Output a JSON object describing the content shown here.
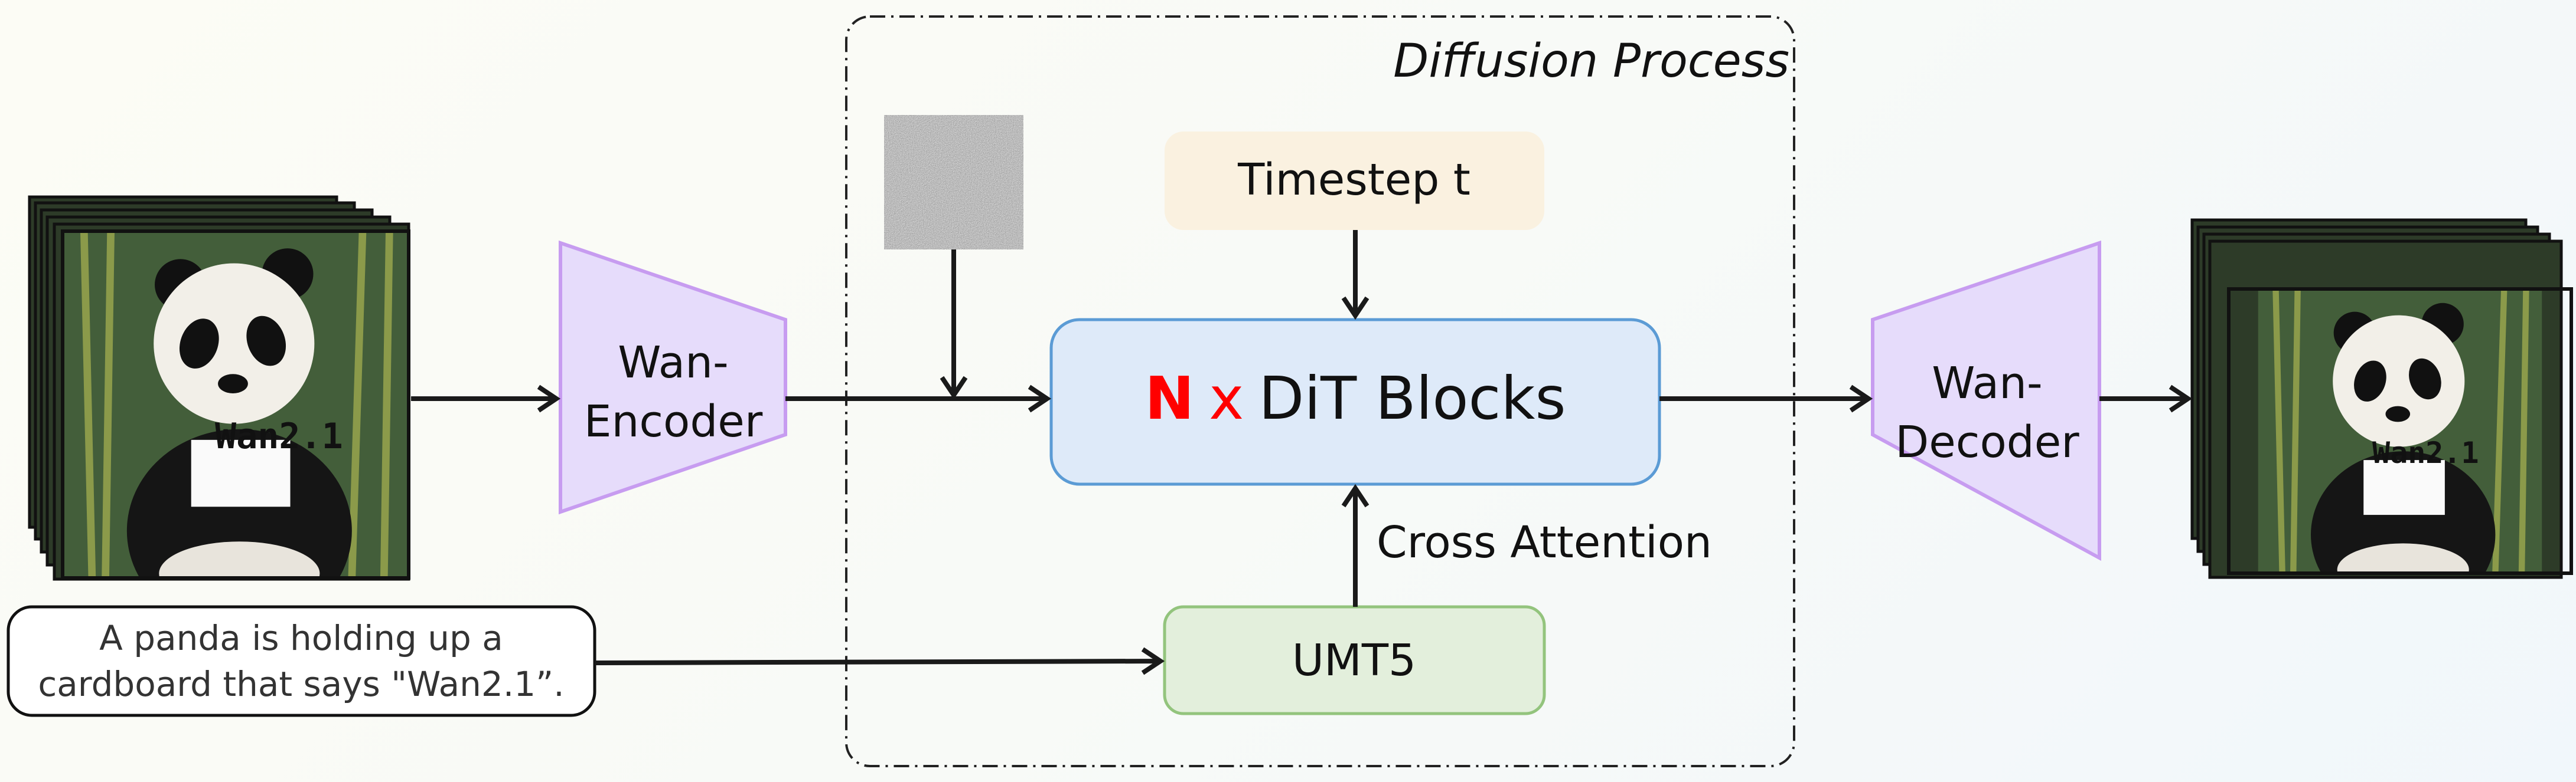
{
  "diagram": {
    "container_label": "Diffusion Process",
    "nodes": {
      "input_video": {
        "sign_text": "Wan2.1"
      },
      "encoder": {
        "line1": "Wan-",
        "line2": "Encoder"
      },
      "noise": {},
      "timestep": {
        "label": "Timestep t"
      },
      "dit": {
        "multiplier": "N",
        "times": "x",
        "label": "DiT Blocks"
      },
      "umt5": {
        "label": "UMT5"
      },
      "decoder": {
        "line1": "Wan-",
        "line2": "Decoder"
      },
      "output_video": {
        "sign_text": "Wan2.1"
      },
      "prompt": {
        "line1": "A panda is holding up a",
        "line2": "cardboard that says \"Wan2.1”."
      }
    },
    "edge_labels": {
      "cross_attention": "Cross Attention"
    },
    "colors": {
      "encoder_fill": "#e6dcfb",
      "encoder_stroke": "#c79cf0",
      "timestep_fill": "#faf1e0",
      "dit_fill": "#deeaf9",
      "dit_stroke": "#5b9bd5",
      "umt5_fill": "#e3efdc",
      "umt5_stroke": "#93c47d",
      "multiplier": "#ff0000"
    }
  }
}
